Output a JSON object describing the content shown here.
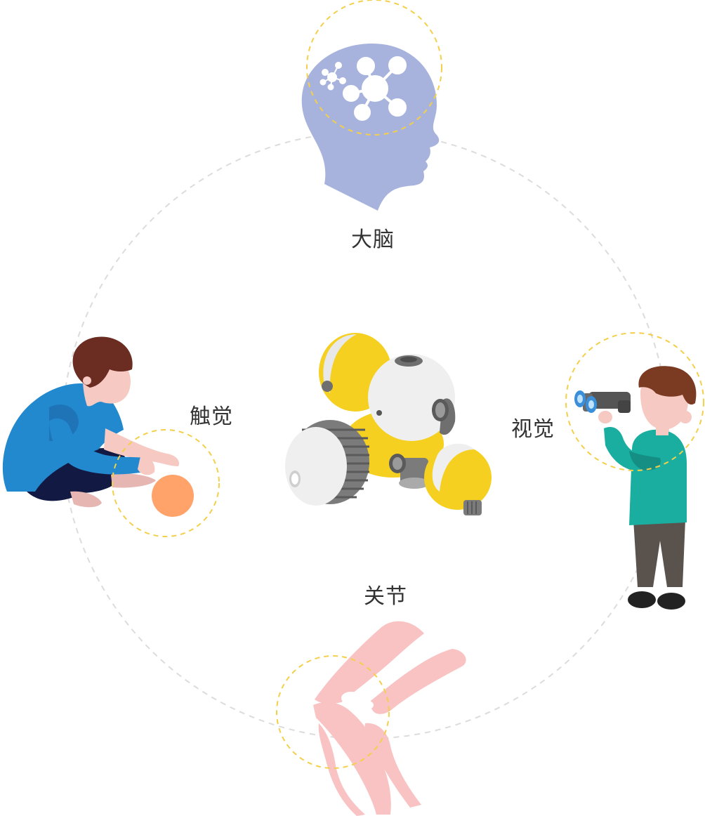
{
  "labels": {
    "brain": "大脑",
    "touch": "触觉",
    "vision": "视觉",
    "joint": "关节"
  },
  "colors": {
    "ring": "#dcdcdc",
    "highlight_ring": "#f4cf4a",
    "brain": "#a7b3dd",
    "joint": "#f9c3c3",
    "ball": "#ffa36b",
    "robot_yellow": "#f5d020",
    "robot_white": "#efefef",
    "robot_gray": "#7b7b7b",
    "touch_kid_shirt": "#2389cf",
    "vision_kid_shirt": "#1aaea0",
    "hair": "#7a3b22",
    "skin": "#f6c9c2"
  },
  "icons": {
    "brain": "brain-network-icon",
    "robot": "modular-robot-icon",
    "touch": "child-touching-ball-icon",
    "vision": "child-with-binoculars-icon",
    "joint": "knee-joint-icon"
  }
}
